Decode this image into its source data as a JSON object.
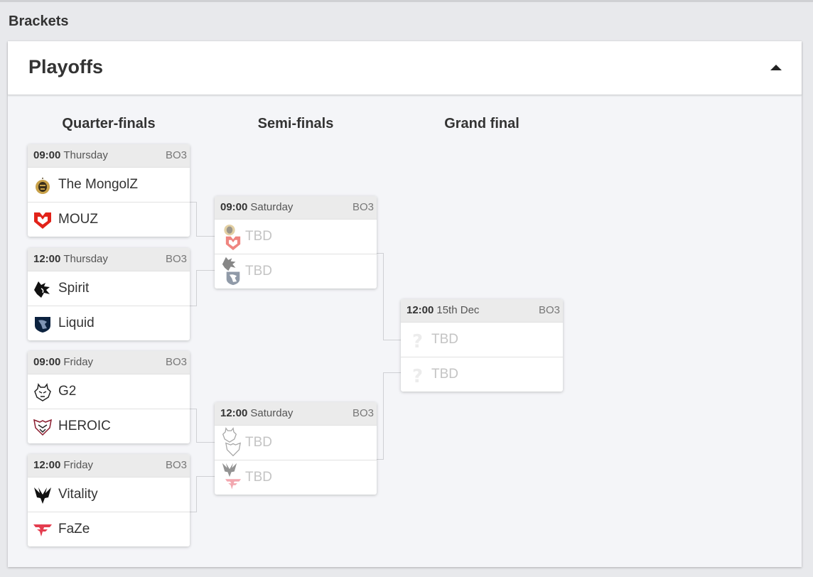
{
  "section_title": "Brackets",
  "panel": {
    "title": "Playoffs",
    "collapse_icon": "caret-up-icon"
  },
  "rounds": [
    {
      "title": "Quarter-finals"
    },
    {
      "title": "Semi-finals"
    },
    {
      "title": "Grand final"
    }
  ],
  "matches": {
    "qf1": {
      "time": "09:00",
      "day": "Thursday",
      "format": "BO3",
      "teams": [
        {
          "name": "The MongolZ",
          "logo": "mongolz-logo"
        },
        {
          "name": "MOUZ",
          "logo": "mouz-logo"
        }
      ]
    },
    "qf2": {
      "time": "12:00",
      "day": "Thursday",
      "format": "BO3",
      "teams": [
        {
          "name": "Spirit",
          "logo": "spirit-logo"
        },
        {
          "name": "Liquid",
          "logo": "liquid-logo"
        }
      ]
    },
    "qf3": {
      "time": "09:00",
      "day": "Friday",
      "format": "BO3",
      "teams": [
        {
          "name": "G2",
          "logo": "g2-logo"
        },
        {
          "name": "HEROIC",
          "logo": "heroic-logo"
        }
      ]
    },
    "qf4": {
      "time": "12:00",
      "day": "Friday",
      "format": "BO3",
      "teams": [
        {
          "name": "Vitality",
          "logo": "vitality-logo"
        },
        {
          "name": "FaZe",
          "logo": "faze-logo"
        }
      ]
    },
    "sf1": {
      "time": "09:00",
      "day": "Saturday",
      "format": "BO3",
      "teams": [
        {
          "name": "TBD",
          "logo": "mongolz-mouz-logos"
        },
        {
          "name": "TBD",
          "logo": "spirit-liquid-logos"
        }
      ]
    },
    "sf2": {
      "time": "12:00",
      "day": "Saturday",
      "format": "BO3",
      "teams": [
        {
          "name": "TBD",
          "logo": "g2-heroic-logos"
        },
        {
          "name": "TBD",
          "logo": "vitality-faze-logos"
        }
      ]
    },
    "final": {
      "time": "12:00",
      "day": "15th Dec",
      "format": "BO3",
      "teams": [
        {
          "name": "TBD",
          "logo": "question-mark-icon"
        },
        {
          "name": "TBD",
          "logo": "question-mark-icon"
        }
      ]
    }
  },
  "colors": {
    "mouz": "#e2231a",
    "faze": "#e43d4f",
    "liquid": "#0c223f",
    "mongolz": "#c9a24a",
    "heroic": "#8a1c2e",
    "tbd_text": "#c4c4c4"
  }
}
